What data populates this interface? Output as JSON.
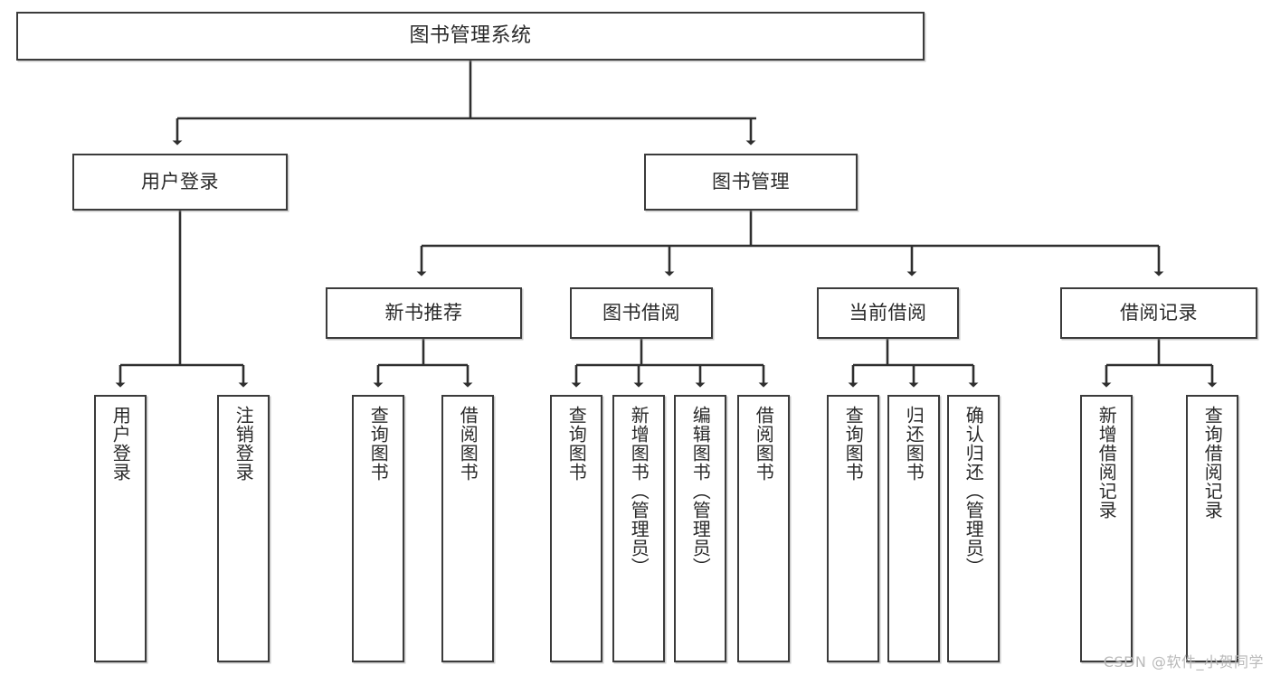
{
  "diagram": {
    "title": "图书管理系统",
    "type": "tree",
    "colors": {
      "box_border": "#3b3b3b",
      "box_fill": "#ffffff",
      "edge": "#2f2f2f",
      "text": "#2a2a2a",
      "watermark": "#b9b9b9"
    }
  },
  "nodes": {
    "root": {
      "label": "图书管理系统"
    },
    "level1": [
      {
        "id": "user-login",
        "label": "用户登录"
      },
      {
        "id": "book-manage",
        "label": "图书管理"
      }
    ],
    "level2": [
      {
        "id": "new-book-recommend",
        "label": "新书推荐"
      },
      {
        "id": "book-borrow",
        "label": "图书借阅"
      },
      {
        "id": "current-borrow",
        "label": "当前借阅"
      },
      {
        "id": "borrow-record",
        "label": "借阅记录"
      }
    ],
    "leaves": [
      {
        "id": "leaf-user-login",
        "label": "用户登录",
        "parent": "user-login"
      },
      {
        "id": "leaf-user-logout",
        "label": "注销登录",
        "parent": "user-login"
      },
      {
        "id": "leaf-query-book-1",
        "label": "查询图书",
        "parent": "new-book-recommend"
      },
      {
        "id": "leaf-borrow-book-1",
        "label": "借阅图书",
        "parent": "new-book-recommend"
      },
      {
        "id": "leaf-query-book-2",
        "label": "查询图书",
        "parent": "book-borrow"
      },
      {
        "id": "leaf-add-book",
        "label": "新增图书（管理员）",
        "parent": "book-borrow"
      },
      {
        "id": "leaf-edit-book",
        "label": "编辑图书（管理员）",
        "parent": "book-borrow"
      },
      {
        "id": "leaf-borrow-book-2",
        "label": "借阅图书",
        "parent": "book-borrow"
      },
      {
        "id": "leaf-query-book-3",
        "label": "查询图书",
        "parent": "current-borrow"
      },
      {
        "id": "leaf-return-book",
        "label": "归还图书",
        "parent": "current-borrow"
      },
      {
        "id": "leaf-confirm-return",
        "label": "确认归还（管理员）",
        "parent": "current-borrow"
      },
      {
        "id": "leaf-add-record",
        "label": "新增借阅记录",
        "parent": "borrow-record"
      },
      {
        "id": "leaf-query-record",
        "label": "查询借阅记录",
        "parent": "borrow-record"
      }
    ]
  },
  "watermark": {
    "text": "CSDN @软件_小贺同学"
  }
}
